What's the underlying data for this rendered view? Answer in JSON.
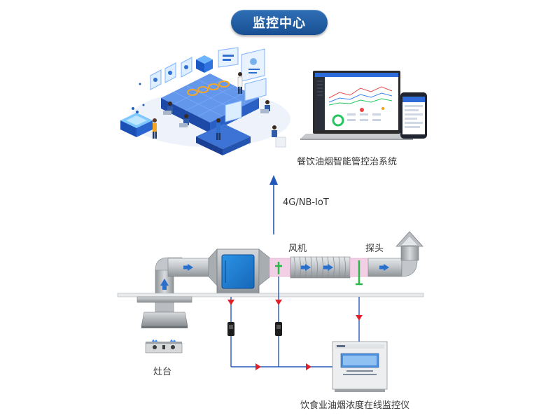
{
  "title": "监控中心",
  "labels": {
    "system": "餐饮油烟智能管控治系统",
    "network": "4G/NB-IoT",
    "fan": "风机",
    "probe": "探头",
    "stove": "灶台",
    "monitor": "饮食业油烟浓度在线监控仪"
  },
  "colors": {
    "title_bg": "#1d5aa0",
    "duct": "#b9bdc2",
    "purifier": "#1f7fd3",
    "flow_arrow": "#2a6fc9",
    "signal_line": "#2458b8",
    "signal_arrow": "#e0202a",
    "highlight": "#f3cfe6"
  }
}
